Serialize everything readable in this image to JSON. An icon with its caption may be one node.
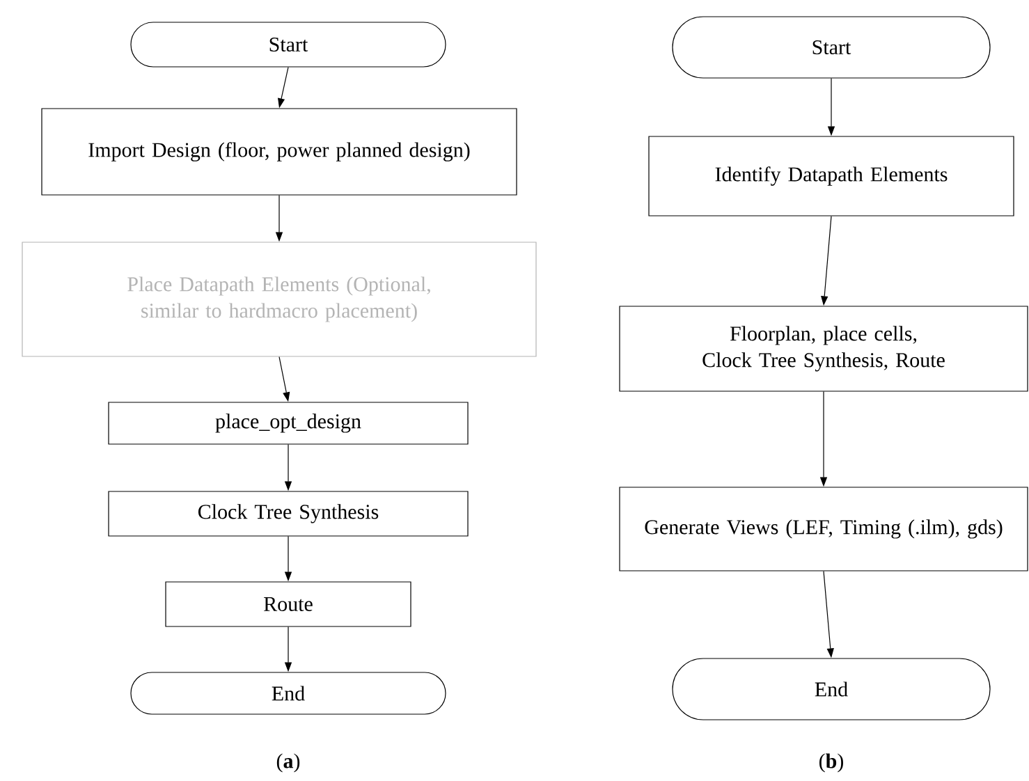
{
  "diagram": {
    "nodes": [
      {
        "text": [
          "Start"
        ]
      },
      {
        "text": [
          "Import Design (floor, power planned design)"
        ]
      },
      {
        "text": [
          "Place Datapath Elements (Optional, similar to hardmacro placement)"
        ]
      },
      {
        "text": [
          "place_opt_design"
        ]
      },
      {
        "text": [
          "Clock Tree Synthesis"
        ]
      },
      {
        "text": [
          "Route"
        ]
      },
      {
        "text": [
          "End"
        ]
      },
      {
        "text": [
          "Start"
        ]
      },
      {
        "text": [
          "Identify Datapath Elements"
        ]
      },
      {
        "text": [
          "Floorplan, place cells, Clock Tree Synthesis, Route"
        ]
      },
      {
        "text": [
          "Generate Views (LEF, Timing (.ilm), gds)"
        ]
      },
      {
        "text": [
          "End"
        ]
      }
    ],
    "edges": [
      {
        "from": 0,
        "to": 1,
        "arrow": "to"
      },
      {
        "from": 1,
        "to": 2,
        "arrow": "to"
      },
      {
        "from": 2,
        "to": 3,
        "arrow": "to"
      },
      {
        "from": 3,
        "to": 4,
        "arrow": "to"
      },
      {
        "from": 4,
        "to": 5,
        "arrow": "to"
      },
      {
        "from": 5,
        "to": 6,
        "arrow": "to"
      },
      {
        "from": 7,
        "to": 8,
        "arrow": "to"
      },
      {
        "from": 8,
        "to": 9,
        "arrow": "to"
      },
      {
        "from": 9,
        "to": 10,
        "arrow": "to"
      },
      {
        "from": 10,
        "to": 11,
        "arrow": "to"
      }
    ],
    "labels": [
      "(**a**)",
      "(**b**)"
    ]
  }
}
